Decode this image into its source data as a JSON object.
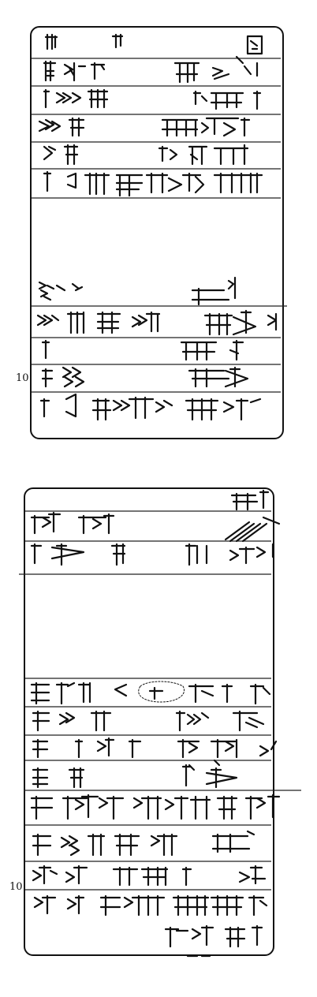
{
  "tablets": [
    {
      "name": "tablet-1",
      "line_number_label": "10"
    },
    {
      "name": "tablet-2",
      "line_number_label": "10"
    }
  ]
}
